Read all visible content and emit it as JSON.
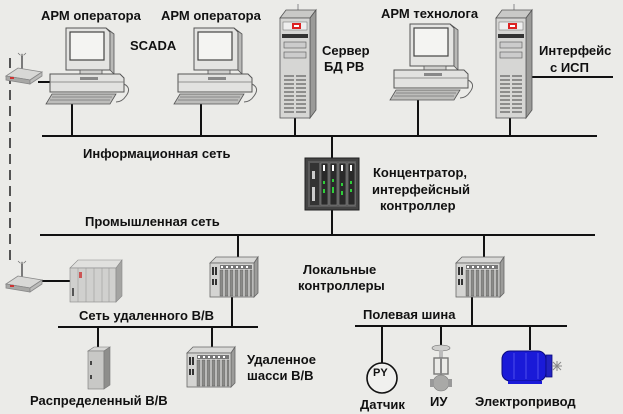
{
  "diagram": {
    "type": "industrial-control-network-architecture",
    "networks": {
      "information": "Информационная сеть",
      "industrial": "Промышленная сеть",
      "remote_io": "Сеть удаленного В/В",
      "fieldbus": "Полевая шина"
    },
    "nodes": {
      "operator_ws_1": "АРМ оператора",
      "operator_ws_2": "АРМ оператора",
      "scada": "SCADA",
      "db_server_line1": "Сервер",
      "db_server_line2": "БД РВ",
      "technologist_ws": "АРМ технолога",
      "interface_line1": "Интерфейс",
      "interface_line2": "с ИСП",
      "hub_line1": "Концентратор,",
      "hub_line2": "интерфейсный",
      "hub_line3": "контроллер",
      "local_ctrl_line1": "Локальные",
      "local_ctrl_line2": "контроллеры",
      "distributed_io": "Распределенный В/В",
      "remote_chassis_line1": "Удаленное",
      "remote_chassis_line2": "шасси В/В",
      "sensor": "Датчик",
      "sensor_symbol": "PY",
      "actuator": "ИУ",
      "electric_drive": "Электропривод"
    },
    "colors": {
      "background": "#ebebe8",
      "line": "#111111",
      "motor": "#1a1ad8",
      "led": "#2fcf3a"
    }
  }
}
